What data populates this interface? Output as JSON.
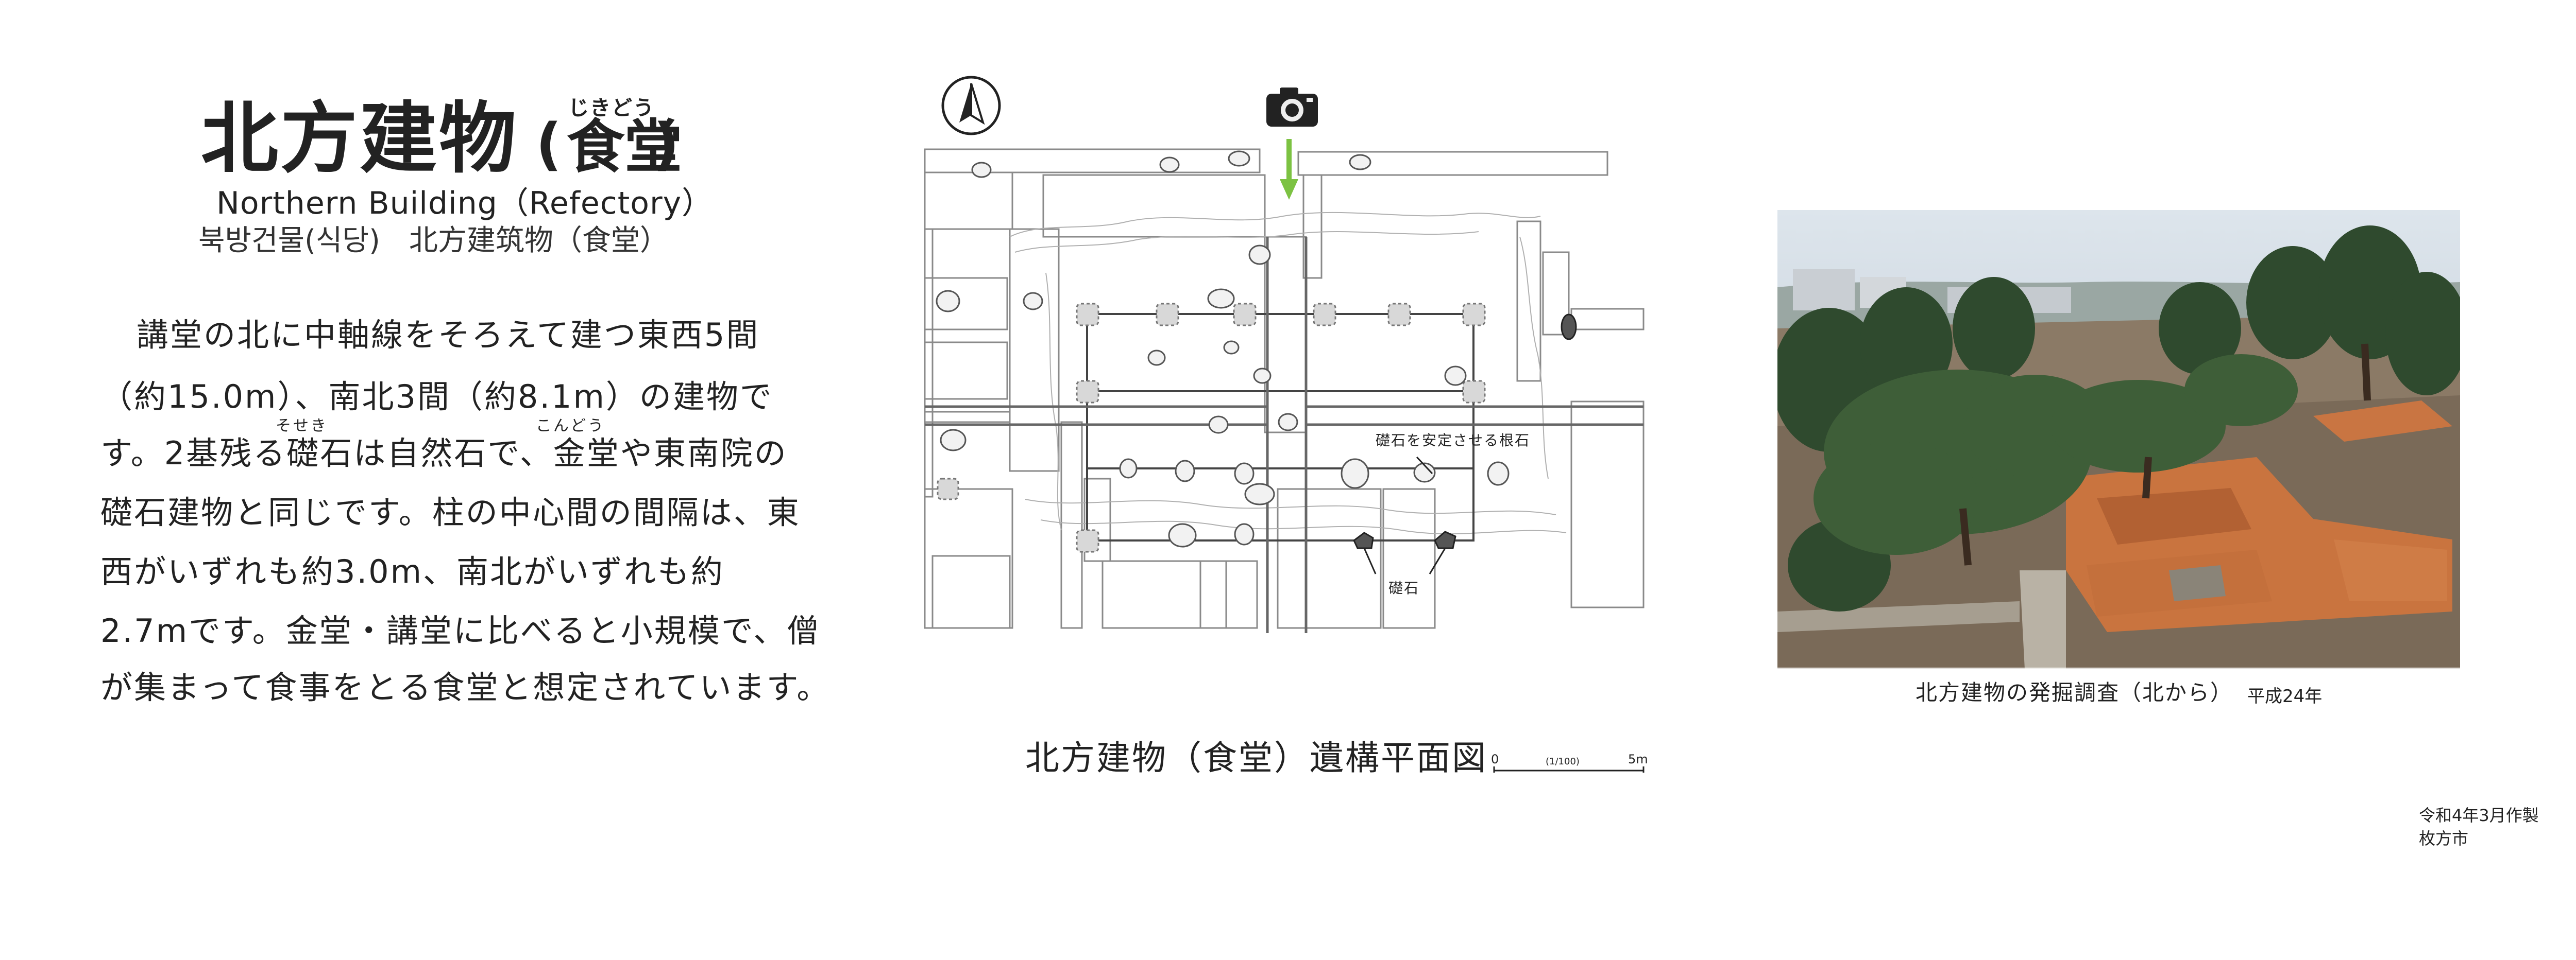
{
  "title": {
    "main": "北方建物",
    "paren_open": "(",
    "sub": "食堂",
    "paren_close": ")",
    "sub_ruby": "じきどう",
    "english": "Northern Building（Refectory）",
    "alt_names": "북방건물(식당)　北方建筑物（食堂）"
  },
  "body": {
    "line1": "講堂の北に中軸線をそろえて建つ東西5間",
    "line2": "（約15.0m）、南北3間（約8.1m）の建物で",
    "line3": "す。2基残る礎石は自然石で、金堂や東南院の",
    "line3_ruby1": "そせき",
    "line3_ruby2": "こんどう",
    "line4": "礎石建物と同じです。柱の中心間の間隔は、東",
    "line5": "西がいずれも約3.0m、南北がいずれも約",
    "line6": "2.7mです。金堂・講堂に比べると小規模で、僧",
    "line7": "が集まって食事をとる食堂と想定されています。"
  },
  "plan": {
    "caption": "北方建物（食堂）遺構平面図",
    "label_footing": "礎石を安定させる根石",
    "label_stone": "礎石",
    "scale_start": "0",
    "scale_ratio": "(1/100)",
    "scale_end": "5m",
    "north_icon": "north-arrow-icon",
    "camera_icon": "camera-icon",
    "arrow_color": "#7cc242"
  },
  "photo": {
    "caption": "北方建物の発掘調査（北から）",
    "year": "平成24年"
  },
  "footer": {
    "date": "令和4年3月作製",
    "city": "枚方市"
  }
}
